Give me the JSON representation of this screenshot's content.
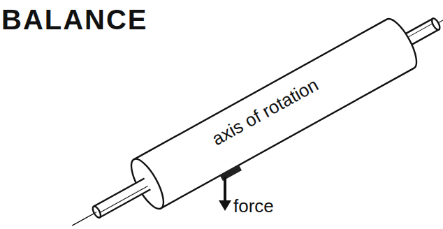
{
  "diagram": {
    "title": "BALANCE",
    "nodes": [
      {
        "text": [
          "axis of rotation"
        ]
      }
    ],
    "labels": [
      "force"
    ]
  }
}
